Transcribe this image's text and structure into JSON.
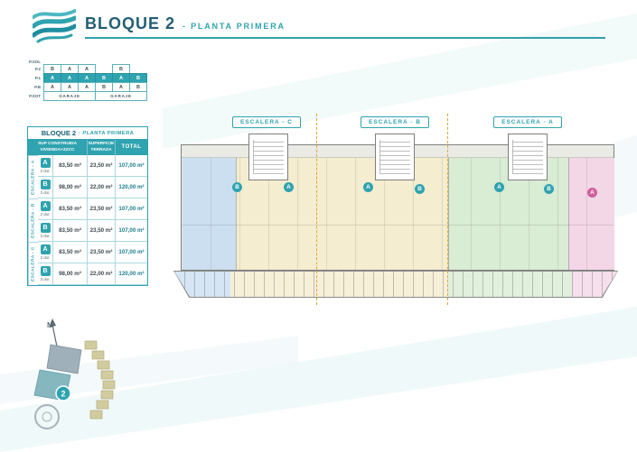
{
  "header": {
    "block": "BLOQUE 2",
    "floor": "- PLANTA PRIMERA"
  },
  "levels": {
    "rows": [
      {
        "label": "P.SOL"
      },
      {
        "label": "P.2",
        "cells": [
          "B",
          "A",
          "A",
          "",
          "B",
          ""
        ]
      },
      {
        "label": "P.1",
        "cells": [
          "A",
          "A",
          "A",
          "B",
          "A",
          "B"
        ]
      },
      {
        "label": "P.B",
        "cells": [
          "A",
          "A",
          "A",
          "B",
          "A",
          "B"
        ]
      },
      {
        "label": "P.SOT",
        "garage_left": "GARAJE",
        "garage_right": "GARAJE"
      }
    ]
  },
  "table": {
    "title_bold": "BLOQUE 2",
    "title_rest": "- PLANTA PRIMERA",
    "headers": {
      "sup1": "SUP CONSTRUIDA",
      "sup2": "VIVIENDA+ZZCC",
      "ter1": "SUPERFICIE",
      "ter2": "TERRAZA",
      "total": "TOTAL"
    },
    "groups": [
      {
        "label": "ESCALERA - A"
      },
      {
        "label": "ESCALERA - B"
      },
      {
        "label": "ESCALERA - C"
      }
    ],
    "rows": [
      {
        "unit": "A",
        "dorm": "2 dor.",
        "sup": "83,50 m²",
        "terraza": "23,50 m²",
        "total": "107,00 m²"
      },
      {
        "unit": "B",
        "dorm": "3 dor.",
        "sup": "98,00 m²",
        "terraza": "22,00 m²",
        "total": "120,00 m²"
      },
      {
        "unit": "A",
        "dorm": "2 dor.",
        "sup": "83,50 m²",
        "terraza": "23,50 m²",
        "total": "107,00 m²"
      },
      {
        "unit": "B",
        "dorm": "3 dor.",
        "sup": "83,50 m²",
        "terraza": "23,50 m²",
        "total": "107,00 m²"
      },
      {
        "unit": "A",
        "dorm": "2 dor.",
        "sup": "83,50 m²",
        "terraza": "23,50 m²",
        "total": "107,00 m²"
      },
      {
        "unit": "B",
        "dorm": "3 dor.",
        "sup": "98,00 m²",
        "terraza": "22,00 m²",
        "total": "120,00 m²"
      }
    ]
  },
  "plan": {
    "sections": [
      {
        "label": "ESCALERA - C"
      },
      {
        "label": "ESCALERA - B"
      },
      {
        "label": "ESCALERA - A"
      }
    ],
    "badges": [
      {
        "letter": "B"
      },
      {
        "letter": "A"
      },
      {
        "letter": "A"
      },
      {
        "letter": "B"
      },
      {
        "letter": "A"
      },
      {
        "letter": "B"
      },
      {
        "letter": "A"
      }
    ]
  },
  "site": {
    "north": "N",
    "block": "2"
  },
  "colors": {
    "teal": "#2fa3af",
    "title_dark": "#235e74",
    "divider_orange": "#e0a33e",
    "apt_blue": "#ccdff0",
    "apt_cream": "#f5edcf",
    "apt_green": "#d9ecd4",
    "apt_pink": "#f3d7e7",
    "badge_pink": "#cf5f9f"
  }
}
